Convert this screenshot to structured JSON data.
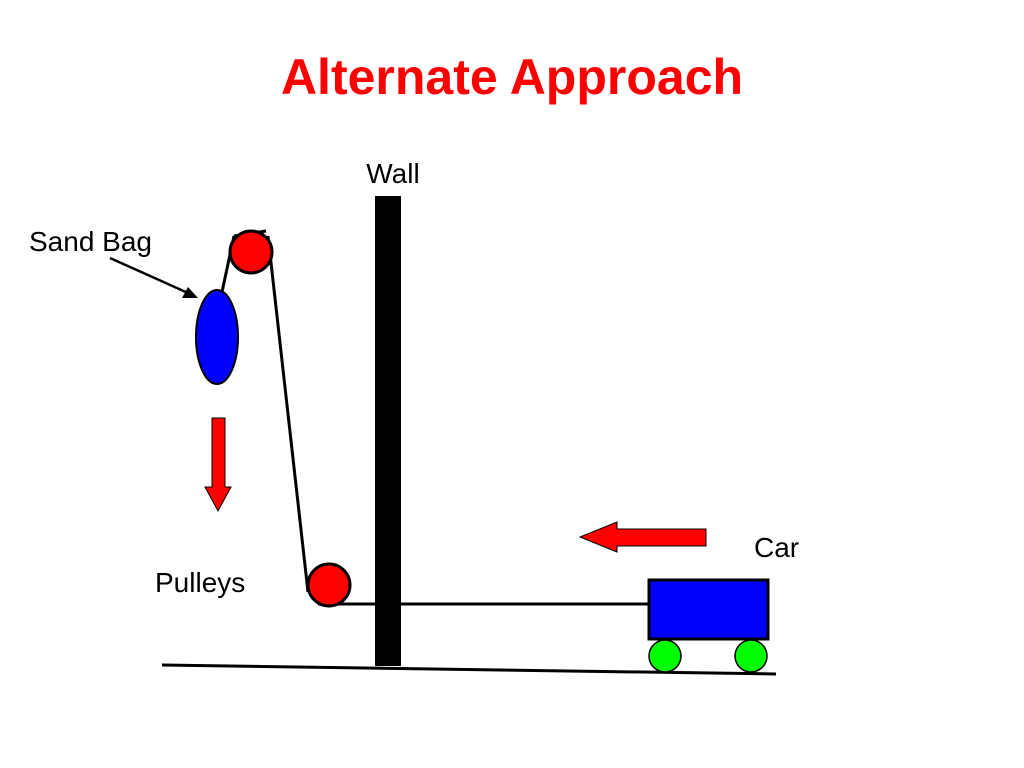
{
  "title": "Alternate Approach",
  "labels": {
    "wall": "Wall",
    "sand_bag": "Sand Bag",
    "pulleys": "Pulleys",
    "car": "Car"
  },
  "colors": {
    "title": "#ff0000",
    "pulley": "#ff0000",
    "sand_bag": "#0000ff",
    "car_body": "#0000ff",
    "wheels": "#00ff00",
    "arrows": "#ff0000",
    "wall": "#000000",
    "rope": "#000000",
    "ground": "#000000"
  },
  "icons": {
    "pulley": "circle",
    "sand_bag": "ellipse",
    "car": "rectangle-with-wheels",
    "motion_arrows": "block-arrow"
  }
}
